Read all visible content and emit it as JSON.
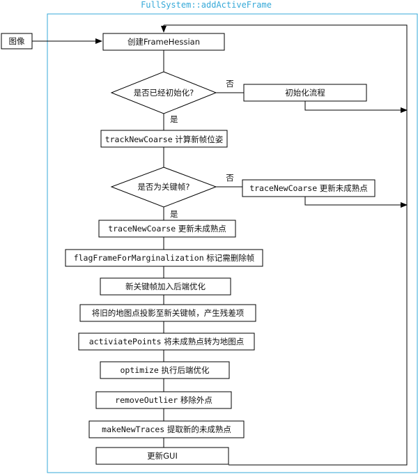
{
  "frame": {
    "title": "FullSystem::addActiveFrame",
    "border_color": "#36a9d8"
  },
  "input": {
    "label": "图像"
  },
  "steps": {
    "create_hessian": "创建FrameHessian",
    "q_initialized": "是否已经初始化?",
    "init_flow": "初始化流程",
    "track_code": "trackNewCoarse",
    "track_text": " 计算新帧位姿",
    "q_keyframe": "是否为关键帧?",
    "trace_side_code": "traceNewCoarse",
    "trace_side_text": " 更新未成熟点",
    "trace_main_code": "traceNewCoarse",
    "trace_main_text": " 更新未成熟点",
    "flag_code": "flagFrameForMarginalization",
    "flag_text": " 标记需删除帧",
    "add_backend": "新关键帧加入后端优化",
    "project_points": "将旧的地图点投影至新关键帧，产生残差项",
    "activate_code": "activiatePoints",
    "activate_text": " 将未成熟点转为地图点",
    "optimize_code": "optimize",
    "optimize_text": " 执行后端优化",
    "remove_code": "removeOutlier",
    "remove_text": " 移除外点",
    "make_code": "makeNewTraces",
    "make_text": " 提取新的未成熟点",
    "update_gui": "更新GUI"
  },
  "edges": {
    "yes1": "是",
    "no1": "否",
    "yes2": "是",
    "no2": "否"
  }
}
